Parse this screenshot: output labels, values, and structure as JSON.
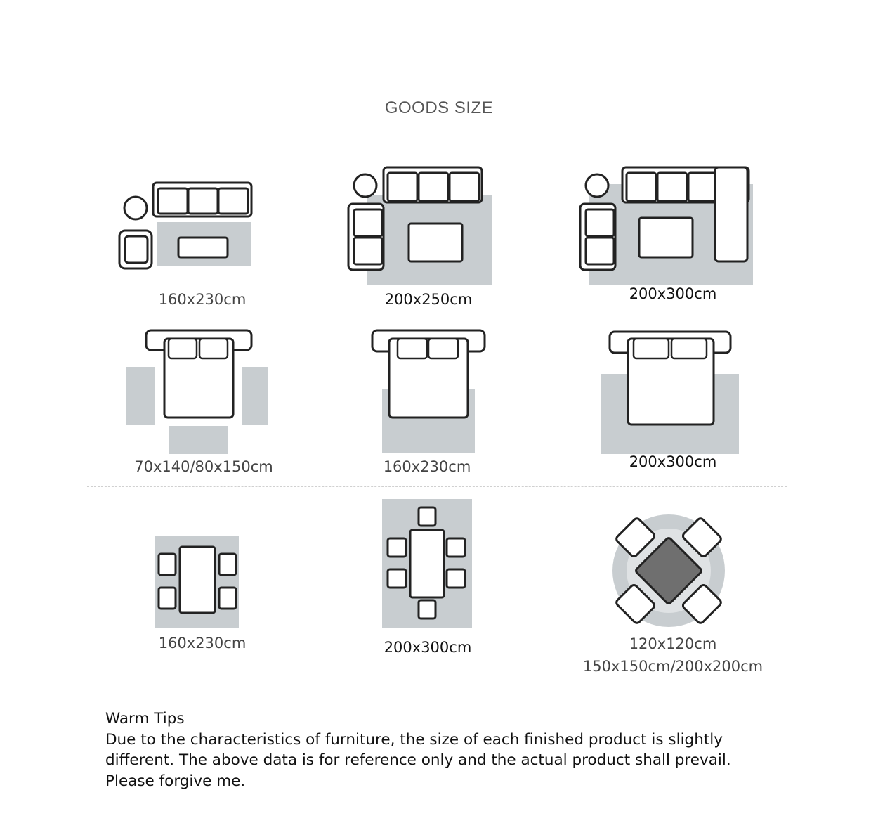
{
  "title": "GOODS SIZE",
  "sizes": {
    "living_small": "160x230cm",
    "living_medium": "200x250cm",
    "living_large": "200x300cm",
    "bed_side": "70x140/80x150cm",
    "bed_medium": "160x230cm",
    "bed_large": "200x300cm",
    "dining_small": "160x230cm",
    "dining_large": "200x300cm",
    "round_line1": "120x120cm",
    "round_line2": "150x150cm/200x200cm"
  },
  "tips": {
    "heading": "Warm Tips",
    "line1": "Due to the characteristics of furniture, the size of each finished product is slightly",
    "line2": "different. The above data is for reference only and the actual product shall prevail.",
    "line3": "Please forgive me."
  },
  "colors": {
    "rug": "#c8cdd0",
    "dark_table": "#6f6f6f",
    "outline": "#222222"
  }
}
